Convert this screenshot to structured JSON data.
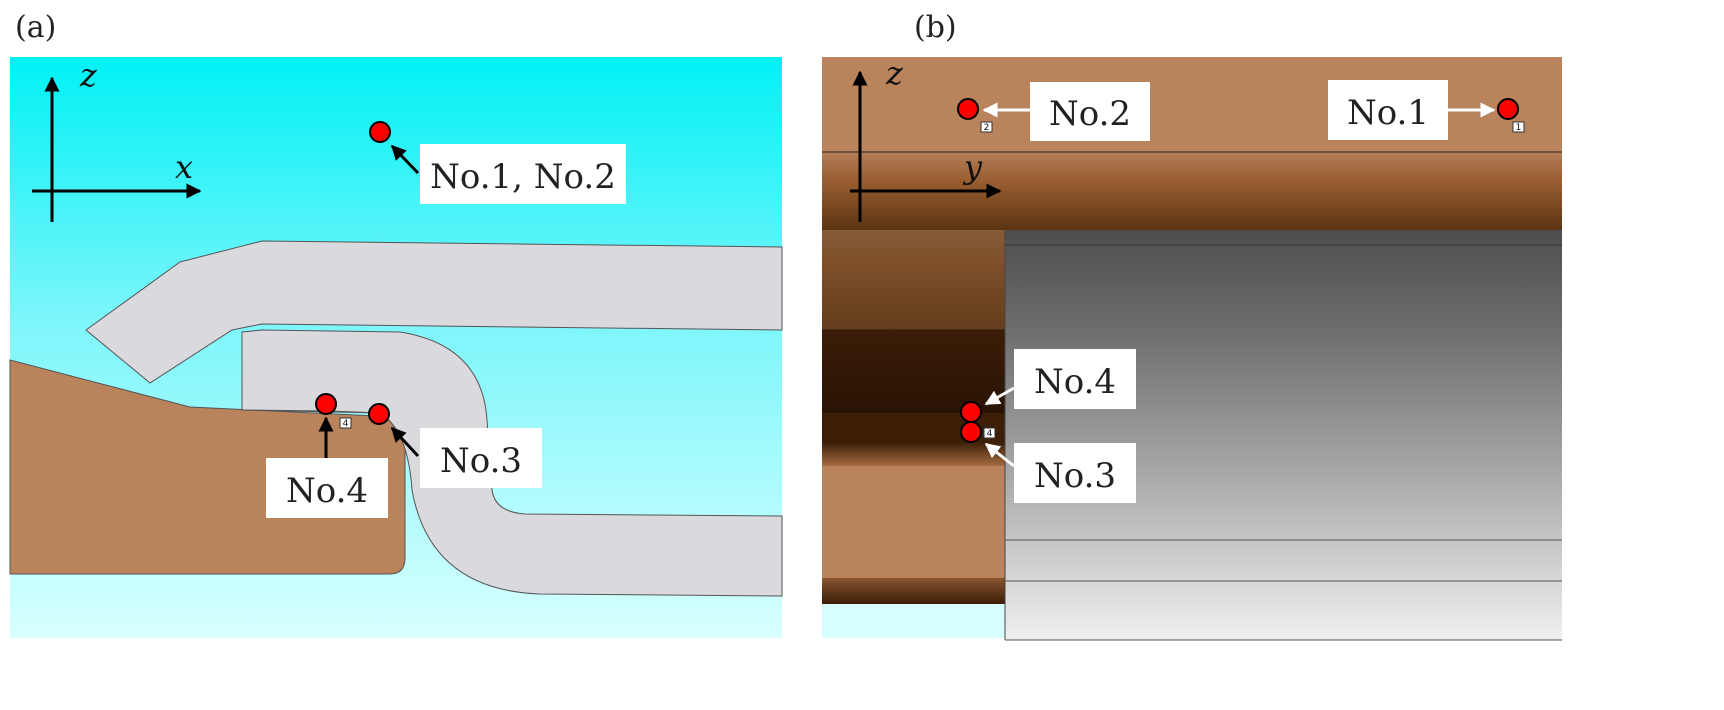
{
  "panels": {
    "a": {
      "tag": "(a)",
      "axes": {
        "vertical": "z",
        "horizontal": "x"
      },
      "callouts": {
        "p12": "No.1, No.2",
        "p3": "No.3",
        "p4": "No.4"
      },
      "probe_tags": {
        "p4": "4"
      }
    },
    "b": {
      "tag": "(b)",
      "axes": {
        "vertical": "z",
        "horizontal": "y"
      },
      "callouts": {
        "p1": "No.1",
        "p2": "No.2",
        "p3": "No.3",
        "p4": "No.4"
      },
      "probe_tags": {
        "p1": "1",
        "p2": "2",
        "p4": "4"
      }
    }
  },
  "colors": {
    "fluid_top": "#00f1f5",
    "fluid_bottom": "#d8ffff",
    "solid_copper": "#b9835c",
    "duct_grey": "#d9d9de",
    "probe_red": "#ff0000",
    "callout_bg": "#ffffff"
  }
}
